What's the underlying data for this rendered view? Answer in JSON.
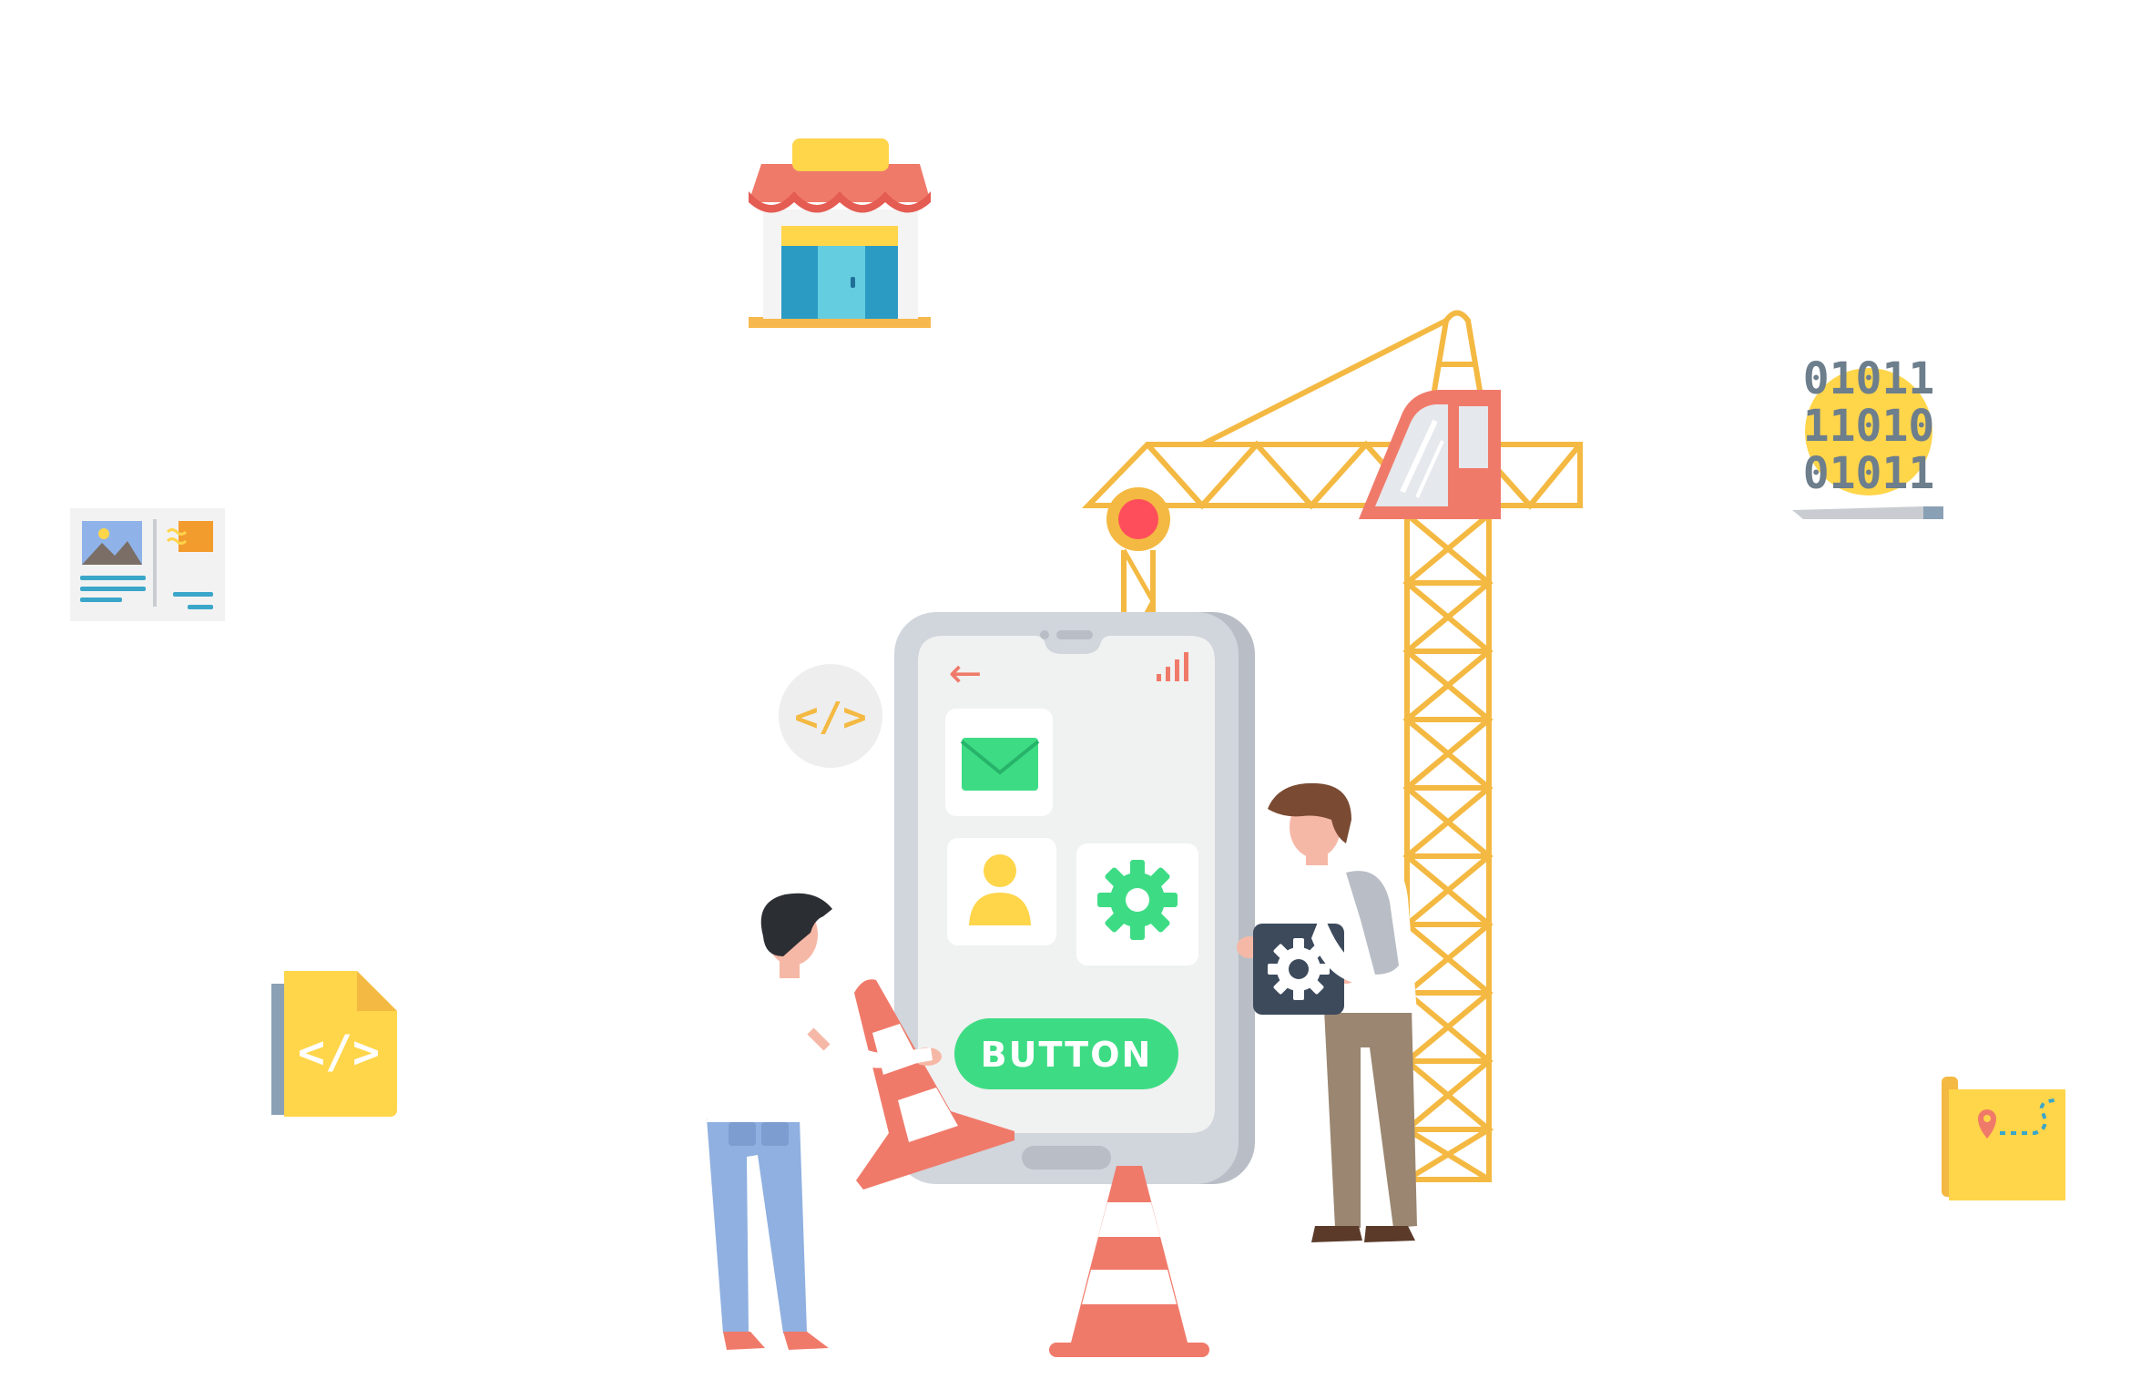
{
  "phone": {
    "button_label": "BUTTON",
    "back_arrow": "←"
  },
  "binary_icon": {
    "lines": [
      "01011",
      "11010",
      "01011"
    ]
  },
  "code_badge": {
    "text": "</>"
  },
  "code_file": {
    "text": "</>"
  },
  "icons": {
    "shop": "shop-icon",
    "gallery": "image-layout-icon",
    "code_file": "code-file-icon",
    "binary": "binary-code-icon",
    "map": "map-icon",
    "mail": "mail-icon",
    "user": "user-icon",
    "gear": "gear-icon",
    "signal": "signal-icon"
  },
  "colors": {
    "crane": "#F4B942",
    "cabin": "#F07A6A",
    "phone_frame": "#D1D5DC",
    "phone_screen": "#F0F1F1",
    "button_green": "#3DDC84",
    "mail_green": "#3DDC84",
    "user_yellow": "#FFD54A",
    "cone": "#F07A6A",
    "dark_tile": "#3D4A5C"
  }
}
